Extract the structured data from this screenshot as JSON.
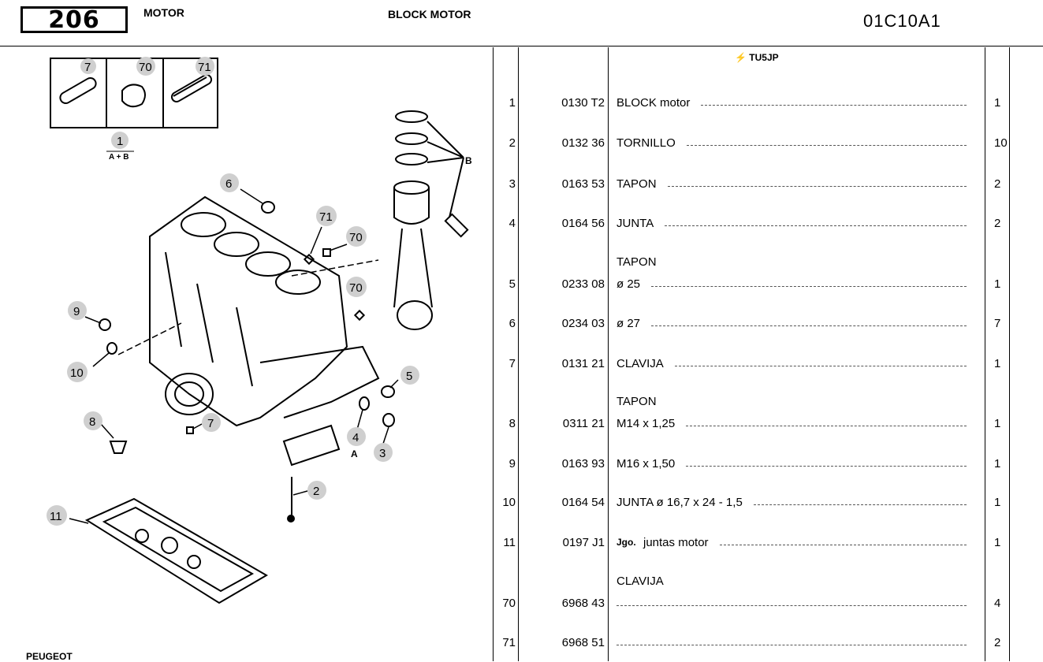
{
  "header": {
    "logo": "206",
    "section": "MOTOR",
    "subsection": "BLOCK MOTOR",
    "code": "01C10A1"
  },
  "footer": {
    "brand": "PEUGEOT"
  },
  "engine": {
    "symbol": "⚡",
    "code": "TU5JP"
  },
  "diagram": {
    "inset_numbers": [
      "7",
      "70",
      "71"
    ],
    "inset_caption_num": "1",
    "inset_caption_sub": "A + B",
    "callouts": [
      "6",
      "71",
      "70",
      "70",
      "9",
      "10",
      "5",
      "8",
      "7",
      "4",
      "3",
      "2",
      "11"
    ],
    "letters": [
      "B",
      "A"
    ]
  },
  "rows": [
    {
      "ref": "1",
      "pn": "0130 T2",
      "desc": "BLOCK motor",
      "qty": "1"
    },
    {
      "ref": "2",
      "pn": "0132 36",
      "desc": "TORNILLO",
      "qty": "10"
    },
    {
      "ref": "3",
      "pn": "0163 53",
      "desc": "TAPON",
      "qty": "2"
    },
    {
      "ref": "4",
      "pn": "0164 56",
      "desc": "JUNTA",
      "qty": "2"
    },
    {
      "ref": "5",
      "pn": "0233 08",
      "group": "TAPON",
      "desc": "ø 25",
      "qty": "1"
    },
    {
      "ref": "6",
      "pn": "0234 03",
      "desc": "ø 27",
      "qty": "7"
    },
    {
      "ref": "7",
      "pn": "0131 21",
      "desc": "CLAVIJA",
      "qty": "1"
    },
    {
      "ref": "8",
      "pn": "0311 21",
      "group": "TAPON",
      "desc": "M14 x 1,25",
      "qty": "1"
    },
    {
      "ref": "9",
      "pn": "0163 93",
      "desc": "M16 x 1,50",
      "qty": "1"
    },
    {
      "ref": "10",
      "pn": "0164 54",
      "desc": "JUNTA ø 16,7 x 24 - 1,5",
      "qty": "1"
    },
    {
      "ref": "11",
      "pn": "0197 J1",
      "prefix": "Jgo.",
      "desc": "juntas motor",
      "qty": "1"
    },
    {
      "ref": "70",
      "pn": "6968 43",
      "group": "CLAVIJA",
      "desc": "",
      "qty": "4"
    },
    {
      "ref": "71",
      "pn": "6968 51",
      "desc": "",
      "qty": "2"
    }
  ]
}
